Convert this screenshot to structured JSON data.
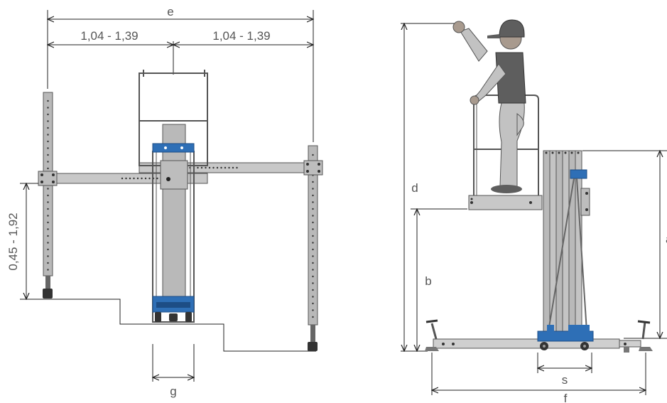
{
  "labels": {
    "e": "e",
    "span_left": "1,04 - 1,39",
    "span_right": "1,04 - 1,39",
    "height_adjust": "0,45 - 1,92",
    "g": "g",
    "d": "d",
    "b": "b",
    "a": "a",
    "s": "s",
    "f": "f"
  },
  "colors": {
    "frame_gray": "#b9b9b9",
    "frame_dark": "#7a7a7a",
    "accent_blue": "#2e6fb6",
    "skin": "#a89a8e",
    "worker_dark": "#5e5e5e",
    "worker_light": "#c2c2c2"
  }
}
